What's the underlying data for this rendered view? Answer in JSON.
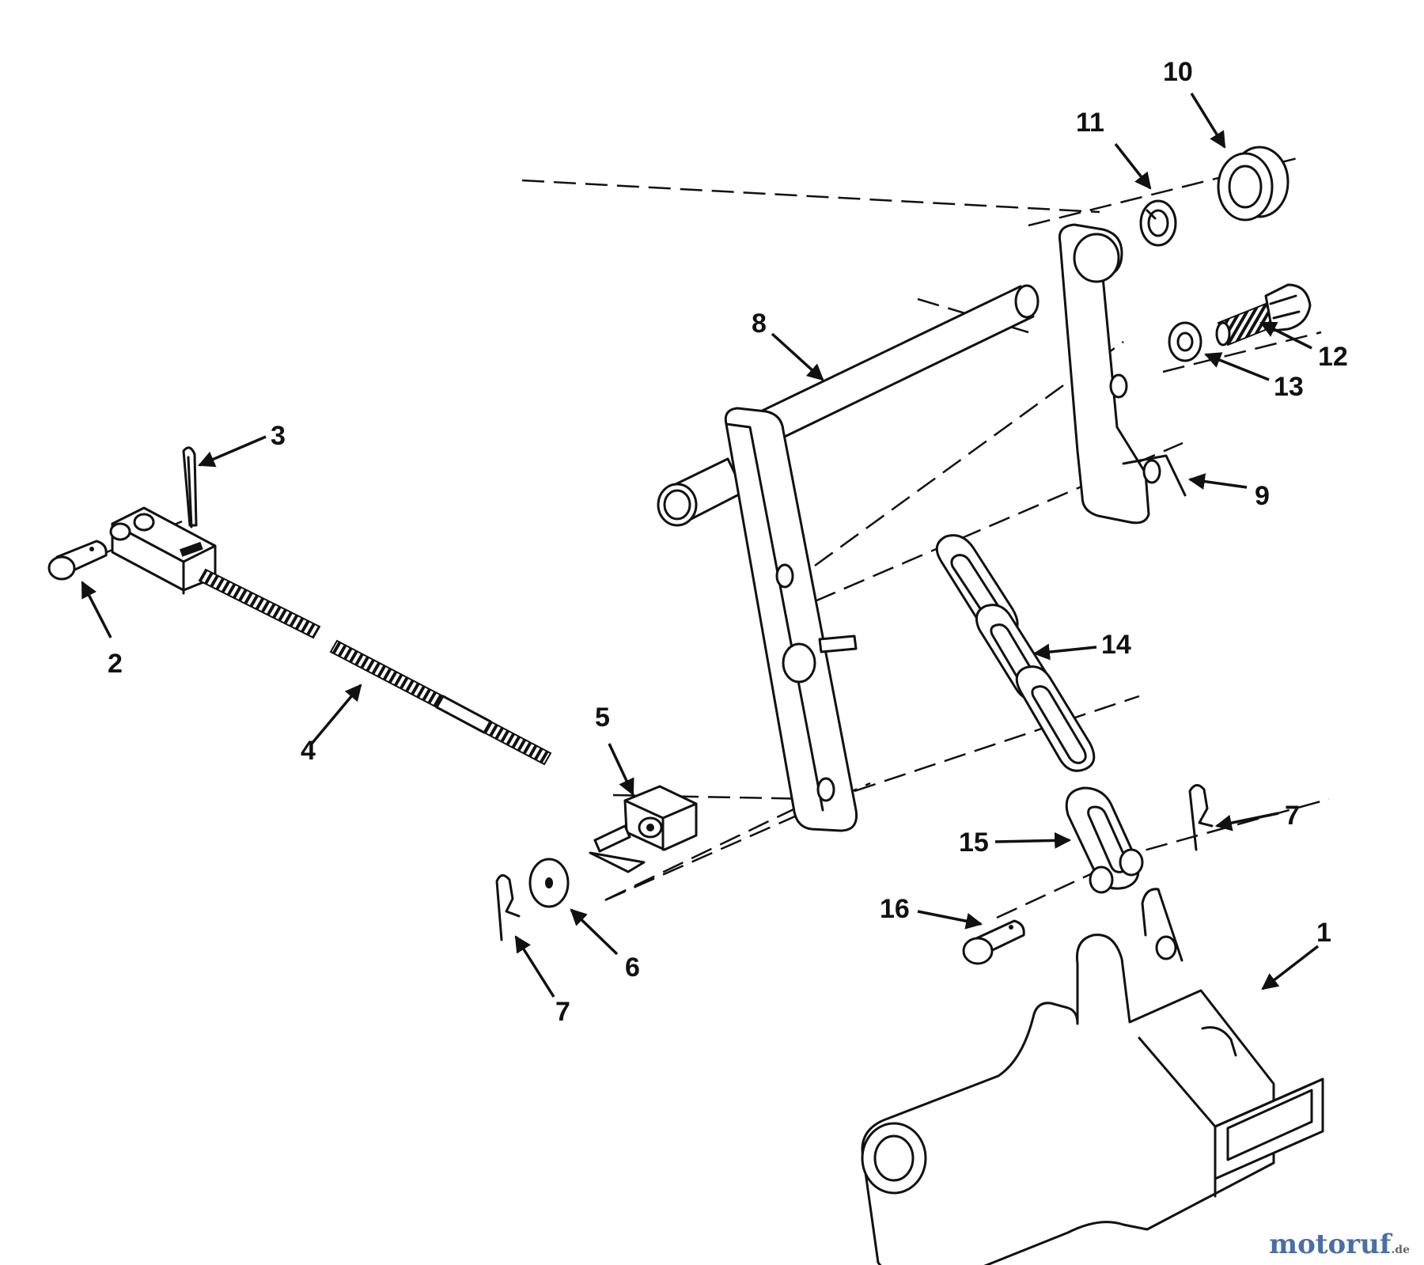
{
  "diagram": {
    "callouts": [
      {
        "id": "1",
        "label": "1"
      },
      {
        "id": "2",
        "label": "2"
      },
      {
        "id": "3",
        "label": "3"
      },
      {
        "id": "4",
        "label": "4"
      },
      {
        "id": "5",
        "label": "5"
      },
      {
        "id": "6",
        "label": "6"
      },
      {
        "id": "7a",
        "label": "7"
      },
      {
        "id": "7b",
        "label": "7"
      },
      {
        "id": "8",
        "label": "8"
      },
      {
        "id": "9",
        "label": "9"
      },
      {
        "id": "10",
        "label": "10"
      },
      {
        "id": "11",
        "label": "11"
      },
      {
        "id": "12",
        "label": "12"
      },
      {
        "id": "13",
        "label": "13"
      },
      {
        "id": "14",
        "label": "14"
      },
      {
        "id": "15",
        "label": "15"
      },
      {
        "id": "16",
        "label": "16"
      }
    ]
  },
  "watermark": {
    "text": "motoruf",
    "tld": ".de",
    "color": "#4a6fa5"
  }
}
